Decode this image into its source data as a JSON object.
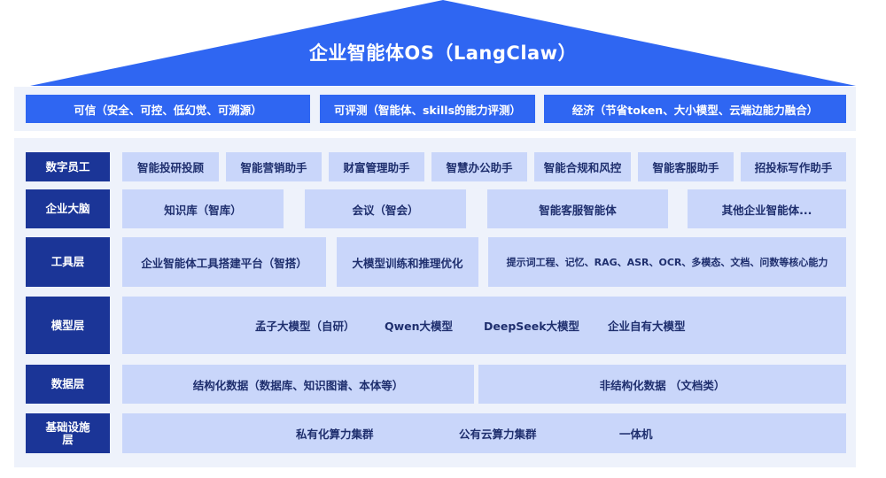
{
  "roof": {
    "title": "企业智能体OS（LangClaw）",
    "color": "#2f66f2"
  },
  "attic": {
    "items": [
      "可信（安全、可控、低幻觉、可溯源）",
      "可评测（智能体、skills的能力评测）",
      "经济（节省token、大小模型、云端边能力融合）"
    ]
  },
  "layers": {
    "digital_staff": {
      "label": "数字员工",
      "items": [
        "智能投研投顾",
        "智能营销助手",
        "财富管理助手",
        "智慧办公助手",
        "智能合规和风控",
        "智能客服助手",
        "招投标写作助手"
      ]
    },
    "enterprise_brain": {
      "label": "企业大脑",
      "items": [
        "知识库（智库）",
        "会议（智会）",
        "智能客服智能体",
        "其他企业智能体..."
      ]
    },
    "tool_layer": {
      "label": "工具层",
      "items": [
        "企业智能体工具搭建平台（智搭）",
        "大模型训练和推理优化",
        "提示词工程、记忆、RAG、ASR、OCR、多模态、文档、问数等核心能力"
      ]
    },
    "model_layer": {
      "label": "模型层",
      "items": [
        "孟子大模型（自研）",
        "Qwen大模型",
        "DeepSeek大模型",
        "企业自有大模型"
      ]
    },
    "data_layer": {
      "label": "数据层",
      "items": [
        "结构化数据（数据库、知识图谱、本体等）",
        "非结构化数据 （文档类）"
      ]
    },
    "infra_layer": {
      "label": "基础设施层",
      "label_lines": [
        "基础设施",
        "层"
      ],
      "items": [
        "私有化算力集群",
        "公有云算力集群",
        "一体机"
      ]
    }
  },
  "colors": {
    "roof_blue": "#2f66f2",
    "label_navy": "#1b3597",
    "cell_light": "#c9d6fa",
    "panel_bg": "#eef2fb",
    "cell_text": "#1f2f6e"
  }
}
